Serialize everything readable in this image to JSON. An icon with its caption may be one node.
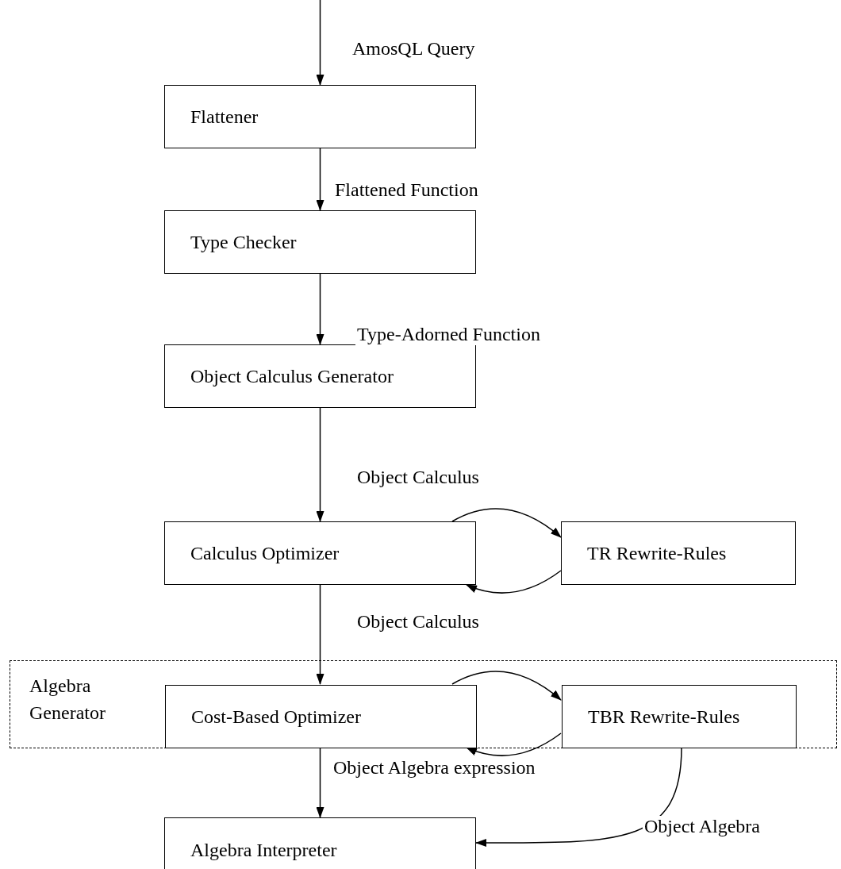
{
  "diagram": {
    "nodes": [
      {
        "text": [
          "Flattener"
        ]
      },
      {
        "text": [
          "Type Checker"
        ]
      },
      {
        "text": [
          "Object Calculus Generator"
        ]
      },
      {
        "text": [
          "Calculus Optimizer"
        ]
      },
      {
        "text": [
          "TR Rewrite-Rules"
        ]
      },
      {
        "text": [
          "Algebra Generator"
        ]
      },
      {
        "text": [
          "Cost-Based Optimizer"
        ],
        "in": 5
      },
      {
        "text": [
          "TBR Rewrite-Rules"
        ],
        "in": 5
      },
      {
        "text": [
          "Algebra Interpreter"
        ]
      }
    ],
    "edges": [
      {
        "from": null,
        "to": 0,
        "arrow": "to",
        "label": "AmosQL Query"
      },
      {
        "from": 0,
        "to": 1,
        "arrow": "to",
        "label": "Flattened Function"
      },
      {
        "from": 1,
        "to": 2,
        "arrow": "to",
        "label": "Type-Adorned Function"
      },
      {
        "from": 2,
        "to": 3,
        "arrow": "to",
        "label": "Object Calculus"
      },
      {
        "from": 3,
        "to": 4,
        "arrow": "to"
      },
      {
        "from": 4,
        "to": 3,
        "arrow": "to"
      },
      {
        "from": 3,
        "to": 6,
        "arrow": "to",
        "label": "Object Calculus"
      },
      {
        "from": 6,
        "to": 7,
        "arrow": "to"
      },
      {
        "from": 7,
        "to": 6,
        "arrow": "to"
      },
      {
        "from": 6,
        "to": 8,
        "arrow": "to",
        "label": "Object Algebra expression"
      },
      {
        "from": 7,
        "to": 8,
        "arrow": "to",
        "label": "Object Algebra"
      }
    ]
  }
}
